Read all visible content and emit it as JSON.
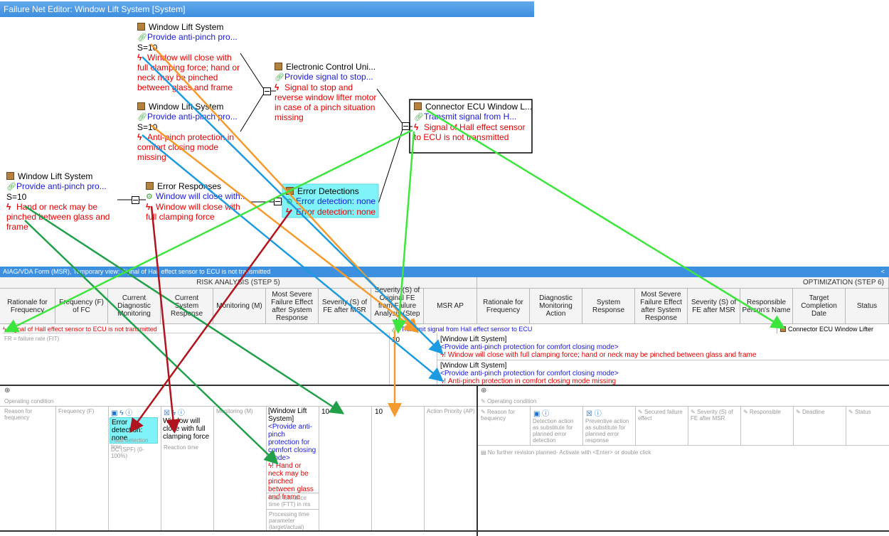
{
  "window_title": "Failure Net Editor: Window Lift System [System]",
  "net": {
    "node1": {
      "title": "Window Lift System",
      "function": "Provide anti-pinch pro...",
      "severity": "S=10",
      "failure": "Window will close with full clamping force; hand or neck may be pinched between glass and frame"
    },
    "node2": {
      "title": "Window Lift System",
      "function": "Provide anti-pinch pro...",
      "severity": "S=10",
      "failure": "Anti-pinch protection in comfort closing mode missing"
    },
    "node3": {
      "title": "Window Lift System",
      "function": "Provide anti-pinch pro...",
      "severity": "S=10",
      "failure": "Hand or neck may be pinched between glass and frame"
    },
    "node_error_responses": {
      "title": "Error Responses",
      "function": "Window will close with...",
      "failure": "Window will close with full clamping force"
    },
    "node_error_detections": {
      "title": "Error Detections",
      "function": "Error detection: none",
      "failure": "Error detection: none"
    },
    "node_ecu": {
      "title": "Electronic Control Uni...",
      "function": "Provide signal to stop...",
      "failure": "Signal to stop and reverse window lifter motor in case of a pinch situation missing"
    },
    "node_connector": {
      "title": "Connector ECU Window L...",
      "function": "Transmit signal from H...",
      "failure": "Signal of Hall effect sensor to ECU is not transmitted"
    }
  },
  "form": {
    "header": "AIAG/VDA Form (MSR), Temporary view: Signal of Hall effect sensor to ECU is not transmitted",
    "collapse_arrow": "<",
    "risk_step": "RISK ANALYSIS (STEP 5)",
    "opt_step": "OPTIMIZATION (STEP 6)",
    "risk_columns": [
      "Rationale for Frequency",
      "Frequency (F) of FC",
      "Current Diagnostic Monitoring",
      "Current System Response",
      "Monitoring (M)",
      "Most Severe Failure Effect after System Response",
      "Severity (S) of FE after MSR",
      "Severity (S) of Original FE from Failure Analysis (Step 4)",
      "MSR AP"
    ],
    "opt_columns": [
      "Rationale for Frequency",
      "Diagnostic Monitoring Action",
      "System Response",
      "Most Severe Failure Effect after System Response",
      "Severity (S) of FE after MSR",
      "Responsible Person's Name",
      "Target Completion Date",
      "Status"
    ],
    "failure_cause": "Signal of Hall effect sensor to ECU is not transmitted",
    "function_text": "Transmit signal from Hall effect sensor to ECU",
    "element_name": "Connector ECU Window Lifter",
    "fr_hint": "FR = failure rate (FIT)",
    "severity_value": "10",
    "effects": [
      {
        "system": "[Window Lift System]",
        "function": "<Provide anti-pinch protection for comfort closing mode>",
        "failure": "Window will close with full clamping force; hand or neck may be pinched between glass and frame"
      },
      {
        "system": "[Window Lift System]",
        "function": "<Provide anti-pinch protection for comfort closing mode>",
        "failure": "Anti-pinch protection in comfort closing mode missing"
      }
    ],
    "left": {
      "operating_condition": "Operating condition",
      "reason_for_frequency": "Reason for frequency",
      "frequency": "Frequency (F)",
      "detection_value": "Error detection: none",
      "fault_detection_time": "Fault detection time",
      "dc_spf": "DC (SPF) (0-100%)",
      "response_value": "Window will close with full clamping force",
      "reaction_time": "Reaction time",
      "monitoring": "Monitoring (M)",
      "effect_system": "[Window Lift System]",
      "effect_function": "<Provide anti-pinch protection for comfort closing mode>",
      "effect_failure": "Hand or neck may be pinched between glass and frame",
      "ftt": "Fault tolerance time (FTT) in ms",
      "processing_time": "Processing time parameter (target/actual)",
      "severity_after": "10",
      "severity_original": "10",
      "action_priority": "Action Priority (AP)"
    },
    "right": {
      "operating_condition": "Operating condition",
      "reason_for_frequency": "Reason for frequency",
      "detection_action": "Detection action as substitute for planned error detection",
      "preventive_action": "Preventive action as substitute for planned error response",
      "secured_failure": "Secured failure effect",
      "severity_after": "Severity (S) of FE after MSR",
      "responsible": "Responsible",
      "deadline": "Deadline",
      "status": "Status",
      "no_revision": "No further revision planned- Activate with <Enter> or double click"
    }
  },
  "colors": {
    "title_blue": "#3d8fe0",
    "failure_red": "#e60000",
    "function_blue": "#1a1ad8",
    "highlight_cyan": "#7ff3f7",
    "arrow_orange": "#f59a2c",
    "arrow_blue": "#1d9be0",
    "arrow_green": "#21a04a",
    "arrow_lime": "#3ce63c",
    "arrow_darkred": "#b0141e"
  }
}
